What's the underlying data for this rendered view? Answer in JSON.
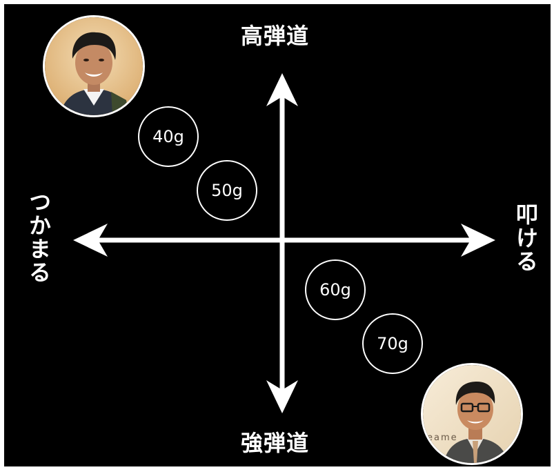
{
  "axes": {
    "top": "高弾道",
    "bottom": "強弾道",
    "left": "つかまる",
    "right": "叩ける"
  },
  "weights": [
    "40g",
    "50g",
    "60g",
    "70g"
  ],
  "photos": {
    "top_left": {
      "icon": "person-portrait-icon"
    },
    "bottom_right": {
      "icon": "person-portrait-icon",
      "visible_text": "eame"
    }
  },
  "colors": {
    "background": "#000000",
    "foreground": "#ffffff"
  }
}
